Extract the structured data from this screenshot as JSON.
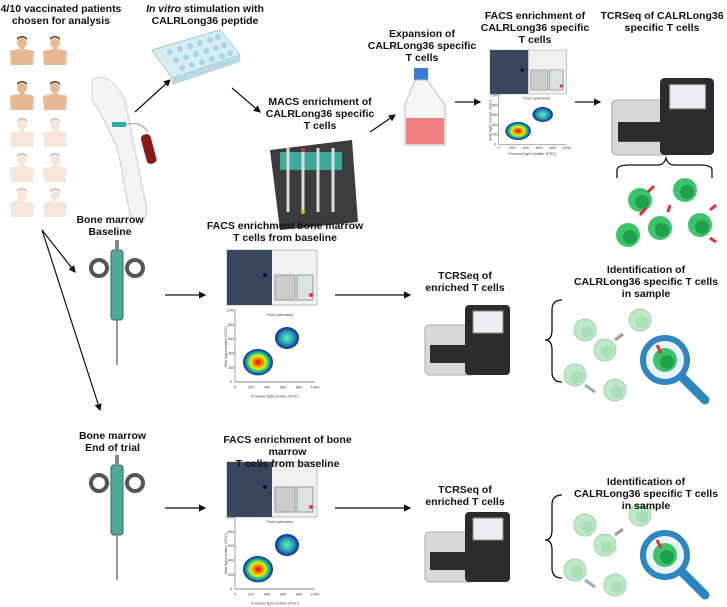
{
  "labels": {
    "patients": [
      "4/10 vaccinated patients",
      "chosen for analysis"
    ],
    "stimulation_italic": "In vitro",
    "stimulation_rest": " stimulation with",
    "stimulation_line2": "CALRLong36 peptide",
    "macs": [
      "MACS enrichment of",
      "CALRLong36 specific",
      "T cells"
    ],
    "expansion": [
      "Expansion of",
      "CALRLong36 specific",
      "T cells"
    ],
    "facs_top": [
      "FACS enrichment of",
      "CALRLong36 specific",
      "T cells"
    ],
    "tcrseq_top": [
      "TCRSeq of CALRLong36",
      "specific T cells"
    ],
    "bm_baseline": [
      "Bone marrow",
      "Baseline"
    ],
    "facs_baseline": [
      "FACS enrichment  bone marrow",
      "T cells from baseline"
    ],
    "tcrseq_mid": [
      "TCRSeq of",
      "enriched T cells"
    ],
    "ident_mid": [
      "Identification of",
      "CALRLong36 specific T cells",
      "in sample"
    ],
    "bm_end": [
      "Bone marrow",
      "End of trial"
    ],
    "facs_end": [
      "FACS enrichment of bone marrow",
      "T cells from baseline"
    ],
    "tcrseq_bot": [
      "TCRSeq of",
      "enriched T cells"
    ],
    "ident_bot": [
      "Identification of",
      "CALRLong36 specific T cells",
      "in sample"
    ]
  },
  "flow_plot": {
    "title": "Flow cytometry",
    "xlabel": "Forward light scatter (FSC)",
    "ylabel": "Side light scatter (SSC)",
    "xticks": [
      "0",
      "200",
      "400",
      "600",
      "800",
      "1000"
    ],
    "yticks": [
      "0",
      "200",
      "400",
      "600",
      "800",
      "1000"
    ]
  },
  "colors": {
    "syringe": "#4fa89a",
    "cell": "#3cc46a",
    "machine_dark": "#3a4660",
    "flask_media": "#f08080",
    "magnifier": "#2e86c1",
    "tcr": "#e03030"
  }
}
